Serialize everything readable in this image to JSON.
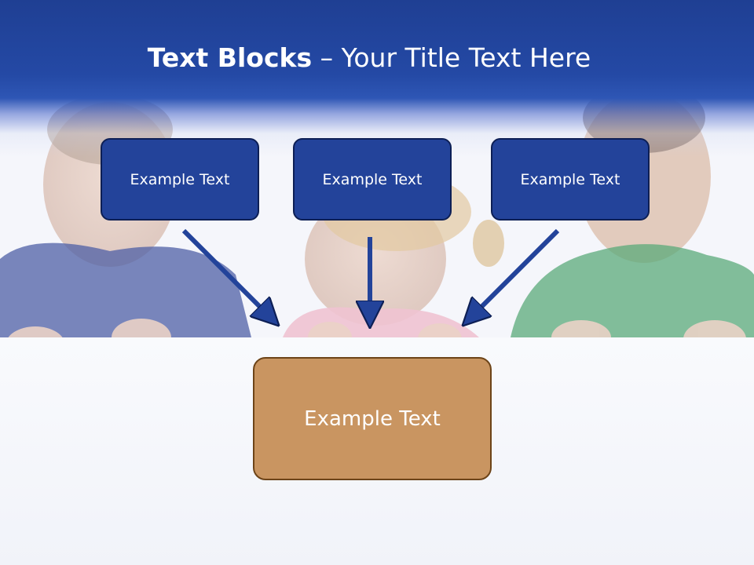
{
  "slide": {
    "title_bold": "Text Blocks",
    "title_dash": " – ",
    "title_rest": "Your Title Text Here"
  },
  "blocks": [
    {
      "label": "Example Text"
    },
    {
      "label": "Example Text"
    },
    {
      "label": "Example Text"
    }
  ],
  "main_block": {
    "label": "Example Text"
  },
  "colors": {
    "banner": "#2449a5",
    "block_fill": "#23439a",
    "block_border": "#0d1f55",
    "main_fill": "#c99561",
    "main_border": "#6d4418",
    "arrow": "#23439a"
  }
}
